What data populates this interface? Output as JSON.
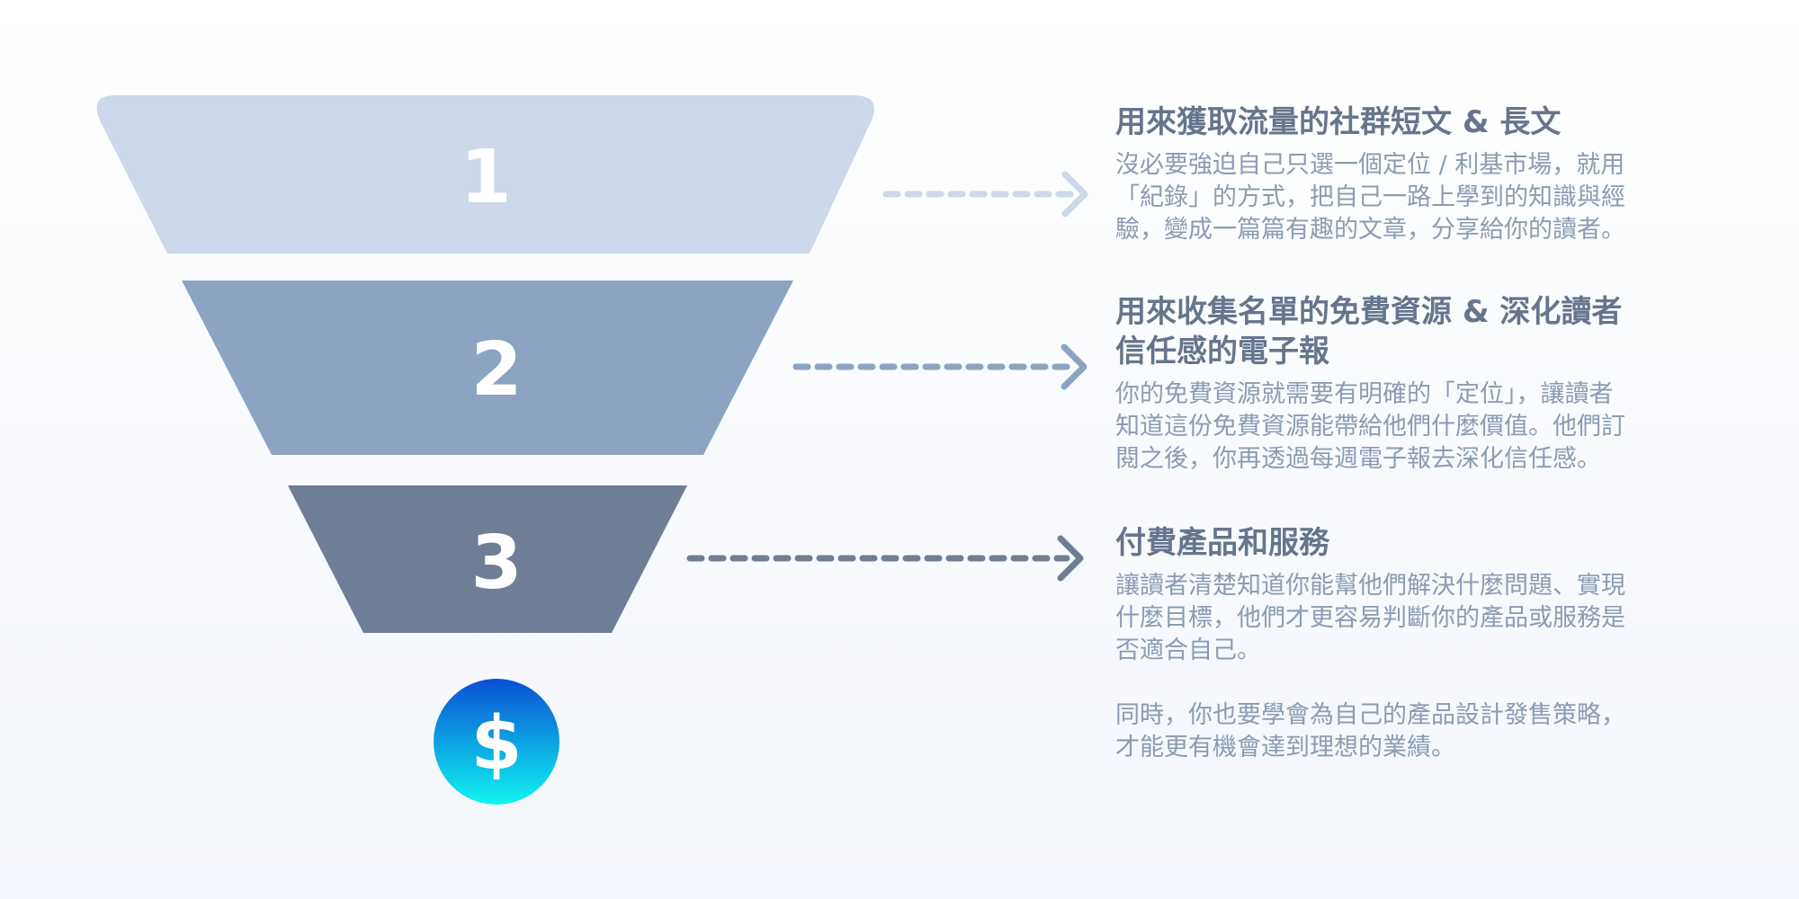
{
  "funnel": {
    "stages": [
      {
        "number": "1",
        "color": "#cdd8ea"
      },
      {
        "number": "2",
        "color": "#8ca4c2"
      },
      {
        "number": "3",
        "color": "#6f7e94"
      }
    ],
    "arrow_colors": [
      "#cdd8ea",
      "#8ca4c2",
      "#6f7e94"
    ],
    "coin": {
      "symbol": "$",
      "gradient_top": "#0a4fd4",
      "gradient_bottom": "#10f4f0",
      "icon": "dollar-coin-icon"
    }
  },
  "steps": [
    {
      "title": "用來獲取流量的社群短文 & 長文",
      "description": "沒必要強迫自己只選一個定位 / 利基市場，就用\n「紀錄」的方式，把自己一路上學到的知識與經\n驗，變成一篇篇有趣的文章，分享給你的讀者。"
    },
    {
      "title": "用來收集名單的免費資源 & 深化讀者\n信任感的電子報",
      "description": "你的免費資源就需要有明確的「定位」，讓讀者\n知道這份免費資源能帶給他們什麼價值。他們訂\n閱之後，你再透過每週電子報去深化信任感。"
    },
    {
      "title": "付費產品和服務",
      "description": "讓讀者清楚知道你能幫他們解決什麼問題、實現\n什麼目標，他們才更容易判斷你的產品或服務是\n否適合自己。",
      "description_extra": "同時，你也要學會為自己的產品設計發售策略，\n才能更有機會達到理想的業績。"
    }
  ]
}
